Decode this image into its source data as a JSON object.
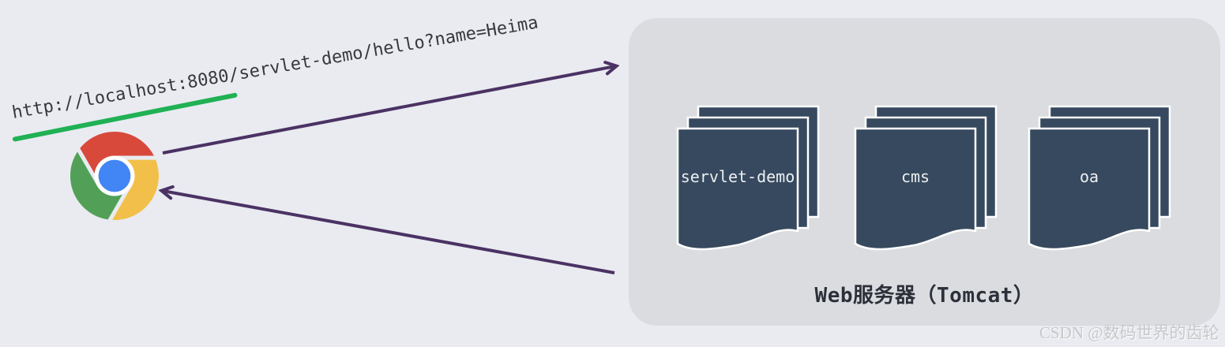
{
  "request": {
    "url": "http://localhost:8080/servlet-demo/hello?name=Heima",
    "underline_color": "#20b154"
  },
  "browser": {
    "icon": "chrome-icon",
    "colors": {
      "red": "#d8493b",
      "green": "#52a058",
      "yellow": "#f2c04a",
      "blue": "#4285f4",
      "ring": "#ffffff"
    }
  },
  "arrows": {
    "color": "#4b3263",
    "request_direction": "browser-to-server",
    "response_direction": "server-to-browser"
  },
  "server_box": {
    "background": "#dadcdf",
    "label": "Web服务器（Tomcat）",
    "app_page_color": "#36495e",
    "apps": [
      "servlet-demo",
      "cms",
      "oa"
    ]
  },
  "watermark": "CSDN @数码世界的齿轮"
}
